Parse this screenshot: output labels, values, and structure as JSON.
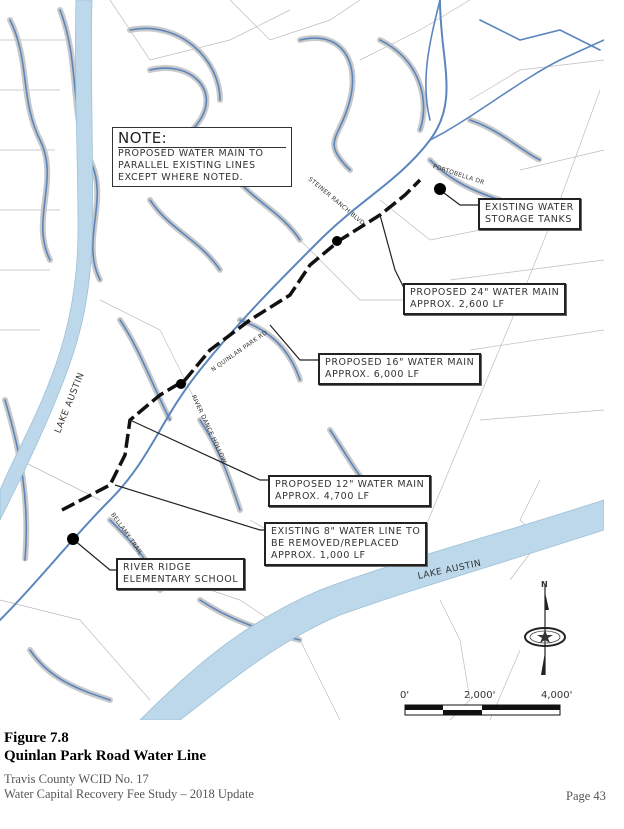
{
  "figure": {
    "number": "Figure 7.8",
    "title": "Quinlan Park Road Water Line"
  },
  "footer": {
    "line1": "Travis County WCID No. 17",
    "line2": "Water Capital Recovery Fee Study – 2018 Update",
    "page": "Page 43"
  },
  "map": {
    "note": {
      "heading": "NOTE:",
      "lines": [
        "PROPOSED WATER MAIN TO",
        "PARALLEL EXISTING LINES",
        "EXCEPT WHERE NOTED."
      ]
    },
    "callouts": [
      {
        "id": "storage_tanks",
        "lines": [
          "EXISTING WATER",
          "STORAGE TANKS"
        ]
      },
      {
        "id": "main_24",
        "lines": [
          "PROPOSED 24\" WATER MAIN",
          "APPROX. 2,600 LF"
        ]
      },
      {
        "id": "main_16",
        "lines": [
          "PROPOSED 16\" WATER MAIN",
          "APPROX. 6,000 LF"
        ]
      },
      {
        "id": "main_12",
        "lines": [
          "PROPOSED 12\" WATER MAIN",
          "APPROX. 4,700 LF"
        ]
      },
      {
        "id": "line_8",
        "lines": [
          "EXISTING 8\" WATER LINE TO",
          "BE REMOVED/REPLACED",
          "APPROX. 1,000 LF"
        ]
      },
      {
        "id": "school",
        "lines": [
          "RIVER RIDGE",
          "ELEMENTARY SCHOOL"
        ]
      }
    ],
    "streets": [
      "PORTOBELLA DR",
      "STEINER RANCH BLVD",
      "N QUINLAN PARK RD",
      "RIVER DANCE HOLLOW",
      "BELLAMY TRAIL"
    ],
    "lakes": [
      "LAKE AUSTIN",
      "LAKE AUSTIN"
    ],
    "north_arrow": "N",
    "scale_bar": {
      "labels": [
        "0'",
        "2,000'",
        "4,000'"
      ]
    },
    "colors": {
      "water_lines": "#4a7ab5",
      "lake": "#bcd8ea",
      "parcels": "#b8b8b8",
      "proposed_main": "#111111"
    }
  }
}
